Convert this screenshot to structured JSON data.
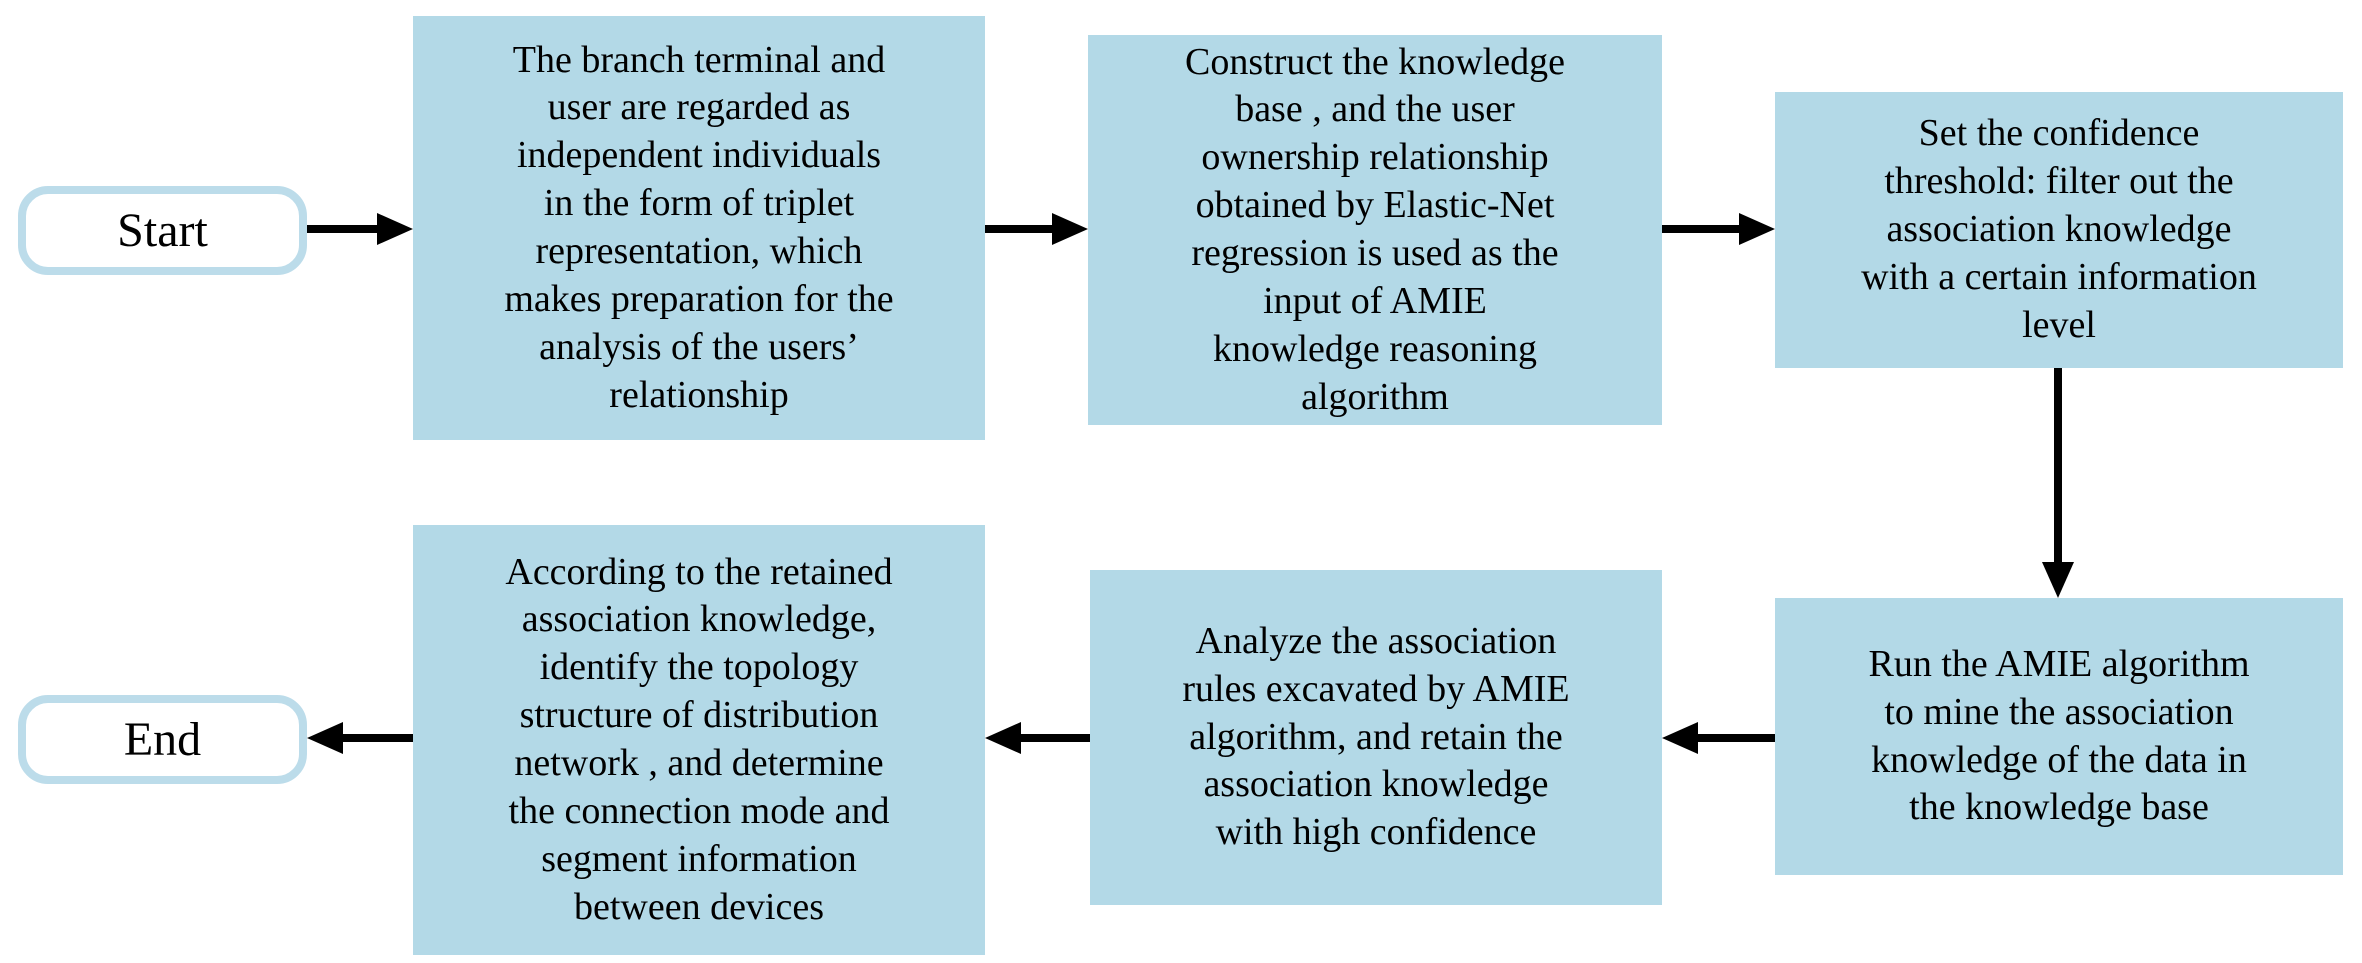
{
  "flowchart": {
    "start_label": "Start",
    "end_label": "End",
    "steps": [
      {
        "name": "triplet-representation",
        "lines": [
          "The branch terminal and",
          "user are regarded as",
          "independent individuals",
          "in the form of triplet",
          "representation, which",
          "makes preparation for the",
          "analysis of the users’",
          "relationship"
        ]
      },
      {
        "name": "construct-knowledge-base",
        "lines": [
          "Construct the knowledge",
          "base , and the user",
          "ownership relationship",
          "obtained by Elastic-Net",
          "regression is used as the",
          "input of AMIE",
          "knowledge reasoning",
          "algorithm"
        ]
      },
      {
        "name": "set-confidence-threshold",
        "lines": [
          "Set the confidence",
          "threshold: filter out the",
          "association knowledge",
          "with a certain information",
          "level"
        ]
      },
      {
        "name": "run-amie-algorithm",
        "lines": [
          "Run the AMIE algorithm",
          "to mine the association",
          "knowledge of the data in",
          "the knowledge base"
        ]
      },
      {
        "name": "analyze-association-rules",
        "lines": [
          "Analyze the association",
          "rules excavated by AMIE",
          "algorithm, and retain the",
          "association knowledge",
          "with high confidence"
        ]
      },
      {
        "name": "identify-topology-structure",
        "lines": [
          "According to the retained",
          "association knowledge,",
          "identify the topology",
          "structure of distribution",
          "network , and determine",
          "the connection mode and",
          "segment information",
          "between devices"
        ]
      }
    ],
    "colors": {
      "process_fill": "#b3d9e7",
      "terminal_border": "#bcdcea",
      "arrow": "#000000",
      "text": "#000000",
      "background": "#ffffff"
    }
  }
}
